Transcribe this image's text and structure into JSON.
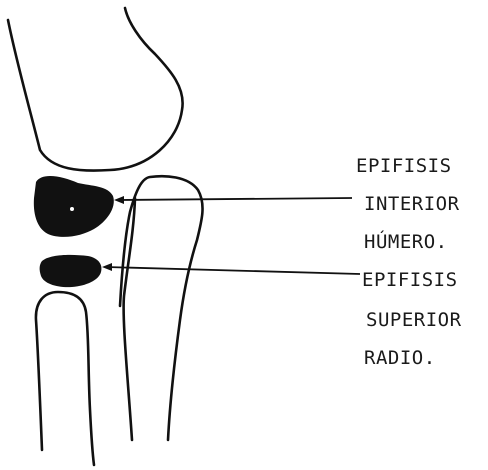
{
  "labels": {
    "upper": [
      "EPIFISIS",
      "INTERIOR",
      "HÚMERO."
    ],
    "lower": [
      "EPIFISIS",
      "SUPERIOR",
      "RADIO."
    ]
  },
  "colors": {
    "ink": "#111111",
    "background": "#ffffff"
  }
}
